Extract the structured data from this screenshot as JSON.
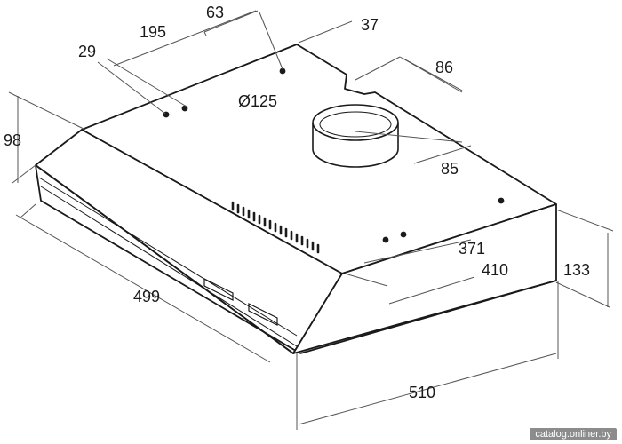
{
  "dimensions": {
    "d63": "63",
    "d37": "37",
    "d195": "195",
    "d29": "29",
    "d86": "86",
    "d125": "Ø125",
    "d98": "98",
    "d85": "85",
    "d371": "371",
    "d410": "410",
    "d133": "133",
    "d499": "499",
    "d510": "510"
  },
  "watermark": "catalog.onliner.by",
  "colors": {
    "outline": "#1a1a1a",
    "dimension_line": "#555555",
    "text": "#1a1a1a",
    "watermark_bg": "#7a7a7a"
  }
}
